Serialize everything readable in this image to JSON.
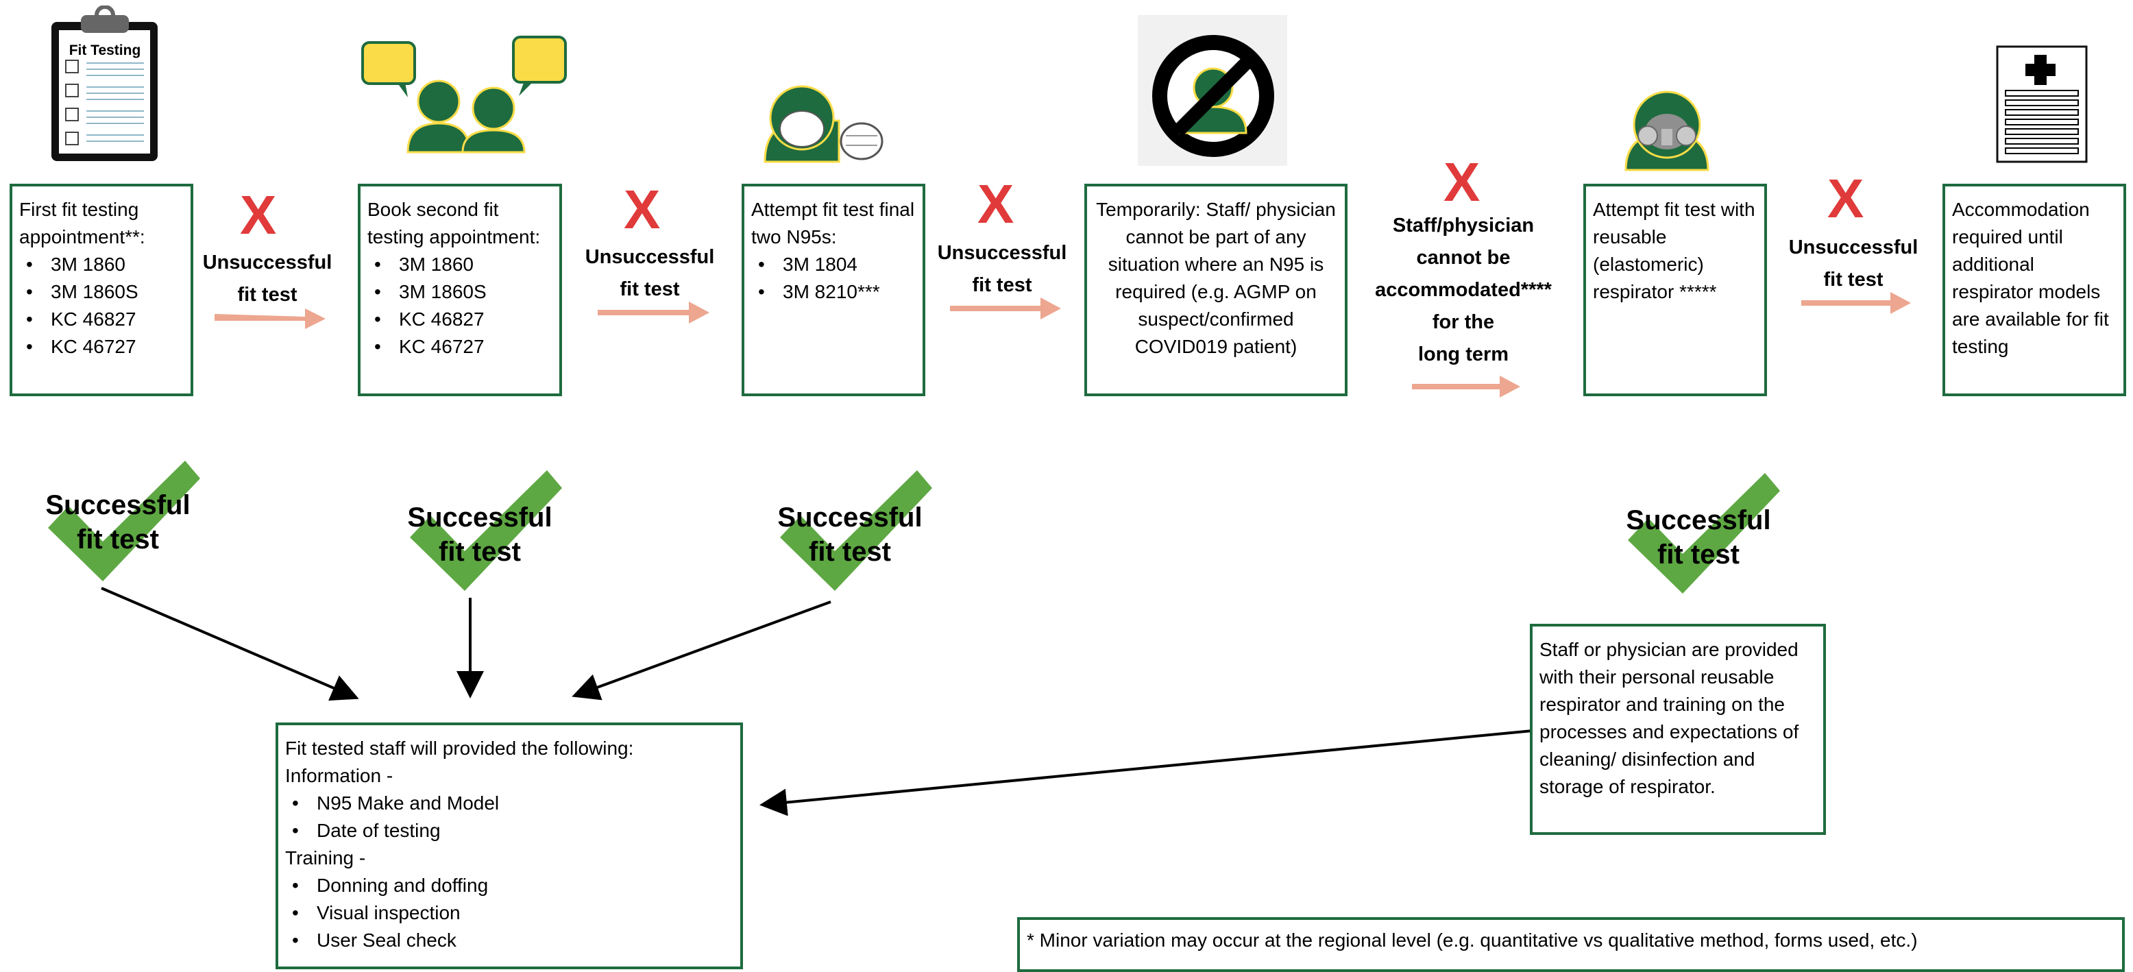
{
  "colors": {
    "box_border": "#1e6b3f",
    "arrow_salmon": "#eda68f",
    "x_mark": "#e03a3a",
    "check": "#5ea843",
    "person_green": "#1e6b3f",
    "bubble_yellow": "#f9dc47"
  },
  "icons": [
    "clipboard-icon",
    "speech-people-icon",
    "mask-person-icon",
    "prohibited-person-icon",
    "elastomeric-respirator-person-icon",
    "medical-document-icon"
  ],
  "clipboard_title": "Fit Testing",
  "x_symbol": "X",
  "boxes": {
    "first": {
      "title": "First fit testing appointment**:",
      "items": [
        "3M 1860",
        "3M 1860S",
        "KC 46827",
        "KC 46727"
      ]
    },
    "second": {
      "title": "Book second fit testing appointment:",
      "items": [
        "3M 1860",
        "3M 1860S",
        "KC 46827",
        "KC 46727"
      ]
    },
    "third": {
      "title": "Attempt fit test final two N95s:",
      "items": [
        "3M 1804",
        "3M 8210***"
      ]
    },
    "temporary": {
      "text": "Temporarily: Staff/ physician cannot be part of any situation where an N95 is required (e.g. AGMP on suspect/confirmed COVID019 patient)"
    },
    "reusable": {
      "text": "Attempt fit test with reusable (elastomeric) respirator *****"
    },
    "accommodation": {
      "text": "Accommodation required until additional respirator models are available for fit testing"
    },
    "fit_tested": {
      "lines": [
        {
          "text": "Fit tested staff will provided the following:",
          "bullet": false
        },
        {
          "text": "Information -",
          "bullet": false
        },
        {
          "text": "N95 Make and Model",
          "bullet": true
        },
        {
          "text": "Date of testing",
          "bullet": true
        },
        {
          "text": "Training -",
          "bullet": false
        },
        {
          "text": "Donning and doffing",
          "bullet": true
        },
        {
          "text": "Visual inspection",
          "bullet": true
        },
        {
          "text": "User Seal check",
          "bullet": true
        }
      ]
    },
    "personal": {
      "text": "Staff or physician are provided with their personal reusable respirator and training on the processes and expectations of cleaning/ disinfection and storage of respirator."
    },
    "footnote": {
      "text": "* Minor variation may occur at the regional level (e.g. quantitative vs qualitative method, forms used, etc.)"
    }
  },
  "unsuccessful_lines": [
    "Unsuccessful",
    "fit test"
  ],
  "long_term_lines": [
    "Staff/physician",
    "cannot be",
    "accommodated****",
    "for the",
    "long term"
  ],
  "success_lines": [
    "Successful",
    "fit test"
  ]
}
